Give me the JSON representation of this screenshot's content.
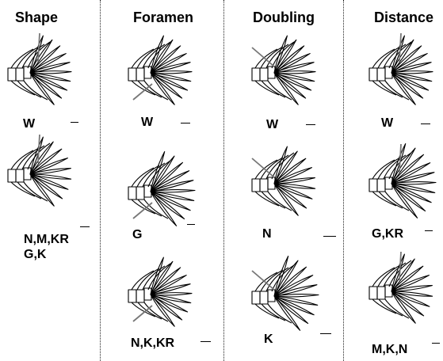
{
  "columns": [
    {
      "title": "Shape",
      "panels": [
        {
          "labels": [
            "W"
          ]
        },
        {
          "labels": [
            "N,M,KR",
            "G,K"
          ]
        }
      ]
    },
    {
      "title": "Foramen",
      "panels": [
        {
          "labels": [
            "W"
          ]
        },
        {
          "labels": [
            "G"
          ]
        },
        {
          "labels": [
            "N,K,KR"
          ]
        }
      ]
    },
    {
      "title": "Doubling",
      "panels": [
        {
          "labels": [
            "W"
          ]
        },
        {
          "labels": [
            "N"
          ]
        },
        {
          "labels": [
            "K"
          ]
        }
      ]
    },
    {
      "title": "Distance",
      "panels": [
        {
          "labels": [
            "W"
          ]
        },
        {
          "labels": [
            "G,KR"
          ]
        },
        {
          "labels": [
            "M,K,N"
          ]
        }
      ]
    }
  ],
  "colors": {
    "line": "#000000",
    "pointer": "#777777",
    "background": "#ffffff"
  }
}
